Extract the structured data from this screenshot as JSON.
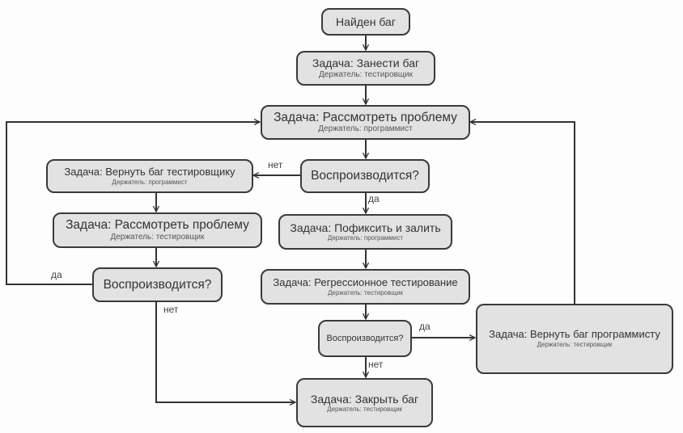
{
  "diagram": {
    "colors": {
      "node_fill": "#e2e2e2",
      "node_border": "#3a3a3a",
      "line": "#333333"
    },
    "nodes": {
      "found": {
        "title": "Найден баг"
      },
      "log_bug": {
        "title": "Задача: Занести баг",
        "holder": "Держатель: тестировщик"
      },
      "review_dev": {
        "title": "Задача: Рассмотреть проблему",
        "holder": "Держатель: программист"
      },
      "reproducible_1": {
        "title": "Воспроизводится?"
      },
      "return_to_tester": {
        "title": "Задача: Вернуть баг тестировщику",
        "holder": "Держатель: программист"
      },
      "review_tester": {
        "title": "Задача: Рассмотреть проблему",
        "holder": "Держатель: тестировщик"
      },
      "reproducible_2": {
        "title": "Воспроизводится?"
      },
      "fix_commit": {
        "title": "Задача: Пофиксить и залить",
        "holder": "Держатель: программист"
      },
      "regression": {
        "title": "Задача: Регрессионное тестирование",
        "holder": "Держатель: тестировщик"
      },
      "reproducible_3": {
        "title": "Воспроизводится?"
      },
      "return_to_dev": {
        "title": "Задача: Вернуть баг программисту",
        "holder": "Держатель: тестировщик"
      },
      "close_bug": {
        "title": "Задача: Закрыть баг",
        "holder": "Держатель: тестировщик"
      }
    },
    "edge_labels": {
      "r1_no": "нет",
      "r1_yes": "да",
      "r2_yes": "да",
      "r2_no": "нет",
      "r3_yes": "да",
      "r3_no": "нет"
    },
    "edges": [
      {
        "from": "found",
        "to": "log_bug"
      },
      {
        "from": "log_bug",
        "to": "review_dev"
      },
      {
        "from": "review_dev",
        "to": "reproducible_1"
      },
      {
        "from": "reproducible_1",
        "to": "return_to_tester",
        "label": "нет"
      },
      {
        "from": "reproducible_1",
        "to": "fix_commit",
        "label": "да"
      },
      {
        "from": "return_to_tester",
        "to": "review_tester"
      },
      {
        "from": "review_tester",
        "to": "reproducible_2"
      },
      {
        "from": "reproducible_2",
        "to": "review_dev",
        "label": "да"
      },
      {
        "from": "reproducible_2",
        "to": "close_bug",
        "label": "нет"
      },
      {
        "from": "fix_commit",
        "to": "regression"
      },
      {
        "from": "regression",
        "to": "reproducible_3"
      },
      {
        "from": "reproducible_3",
        "to": "return_to_dev",
        "label": "да"
      },
      {
        "from": "reproducible_3",
        "to": "close_bug",
        "label": "нет"
      },
      {
        "from": "return_to_dev",
        "to": "review_dev"
      }
    ]
  }
}
